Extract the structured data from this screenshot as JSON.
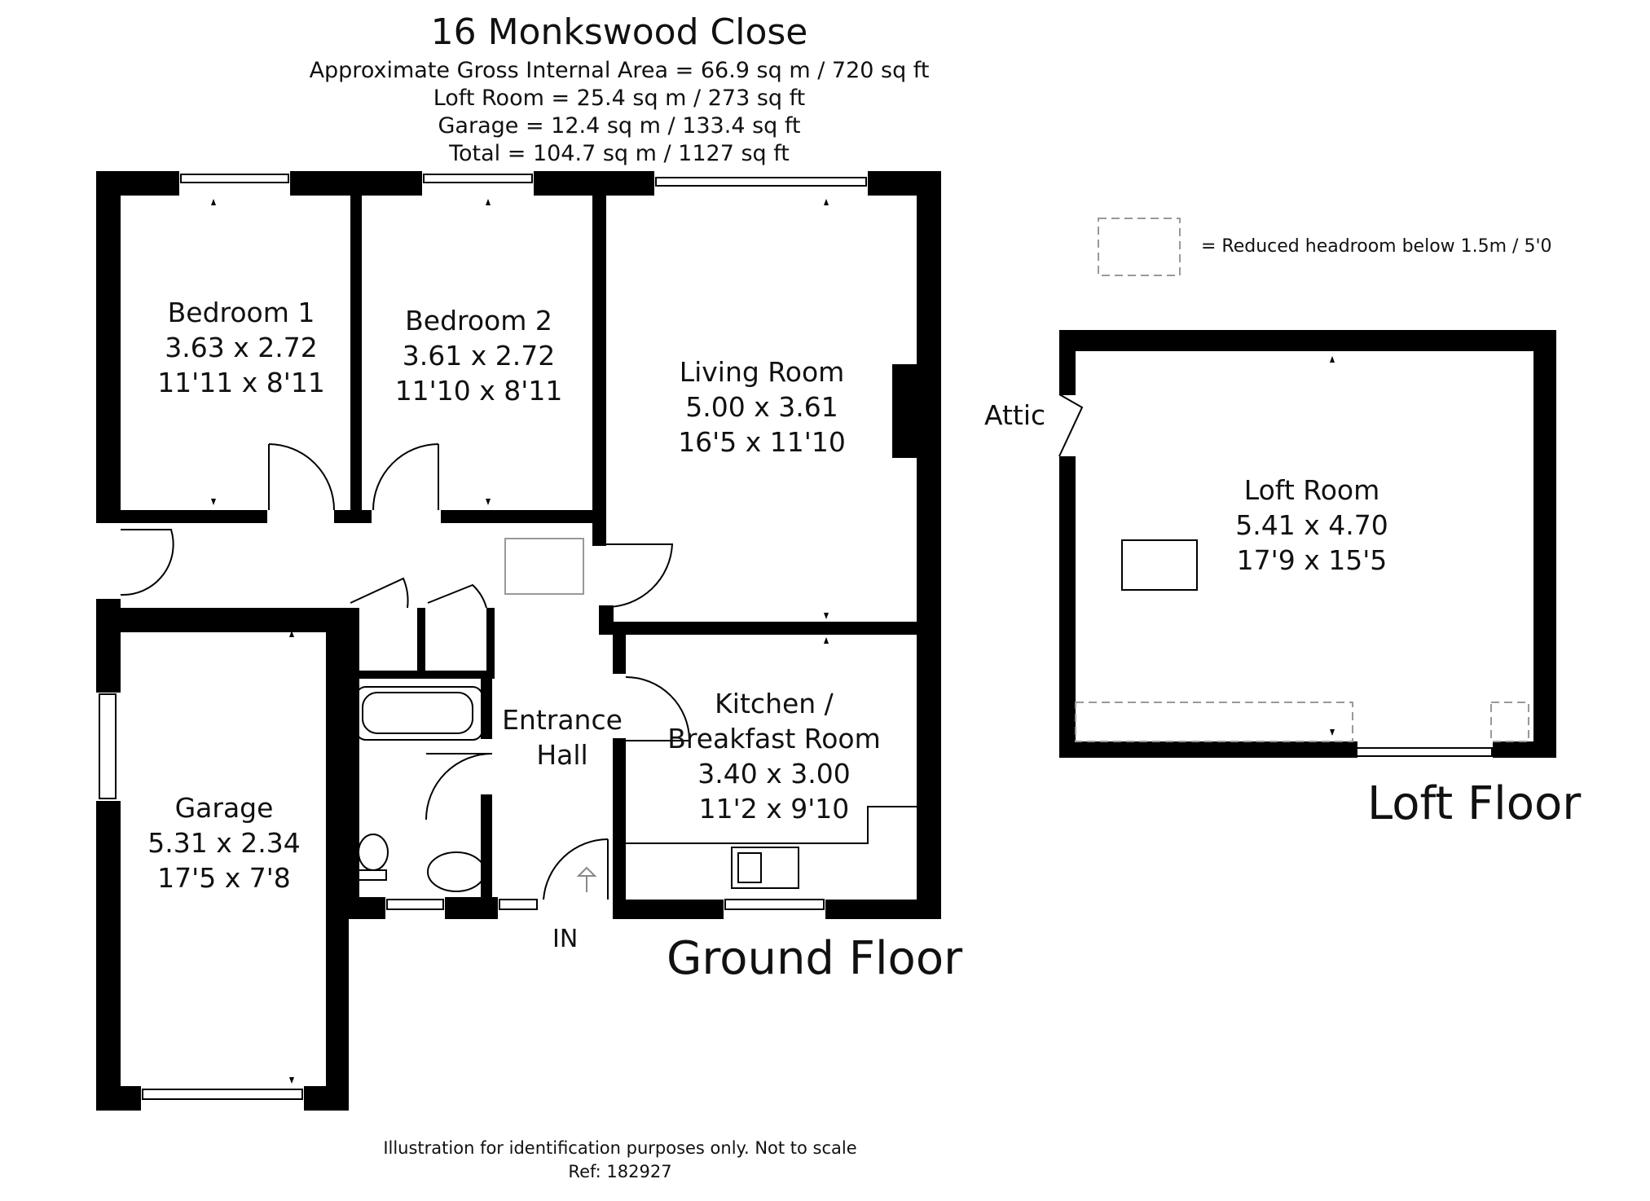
{
  "header": {
    "address": "16 Monkswood Close",
    "area_lines": [
      "Approximate Gross Internal Area = 66.9 sq m / 720 sq ft",
      "Loft Room = 25.4 sq m / 273 sq ft",
      "Garage = 12.4 sq m / 133.4 sq ft",
      "Total = 104.7 sq m / 1127 sq ft"
    ]
  },
  "legend": {
    "text": "= Reduced headroom below 1.5m / 5'0"
  },
  "rooms": {
    "bedroom1": {
      "name": "Bedroom 1",
      "metric": "3.63 x 2.72",
      "imperial": "11'11 x 8'11"
    },
    "bedroom2": {
      "name": "Bedroom 2",
      "metric": "3.61 x 2.72",
      "imperial": "11'10 x 8'11"
    },
    "living": {
      "name": "Living Room",
      "metric": "5.00 x 3.61",
      "imperial": "16'5 x 11'10"
    },
    "kitchen": {
      "name_line1": "Kitchen /",
      "name_line2": "Breakfast Room",
      "metric": "3.40 x 3.00",
      "imperial": "11'2 x 9'10"
    },
    "entrance": {
      "line1": "Entrance",
      "line2": "Hall"
    },
    "garage": {
      "name": "Garage",
      "metric": "5.31 x 2.34",
      "imperial": "17'5 x 7'8"
    },
    "loft": {
      "name": "Loft Room",
      "metric": "5.41 x 4.70",
      "imperial": "17'9 x 15'5"
    },
    "attic": {
      "name": "Attic"
    }
  },
  "entry_label": "IN",
  "floors": {
    "ground": "Ground Floor",
    "loft": "Loft Floor"
  },
  "footer": {
    "disclaimer": "Illustration for identification purposes only. Not to scale",
    "ref": "Ref: 182927"
  }
}
